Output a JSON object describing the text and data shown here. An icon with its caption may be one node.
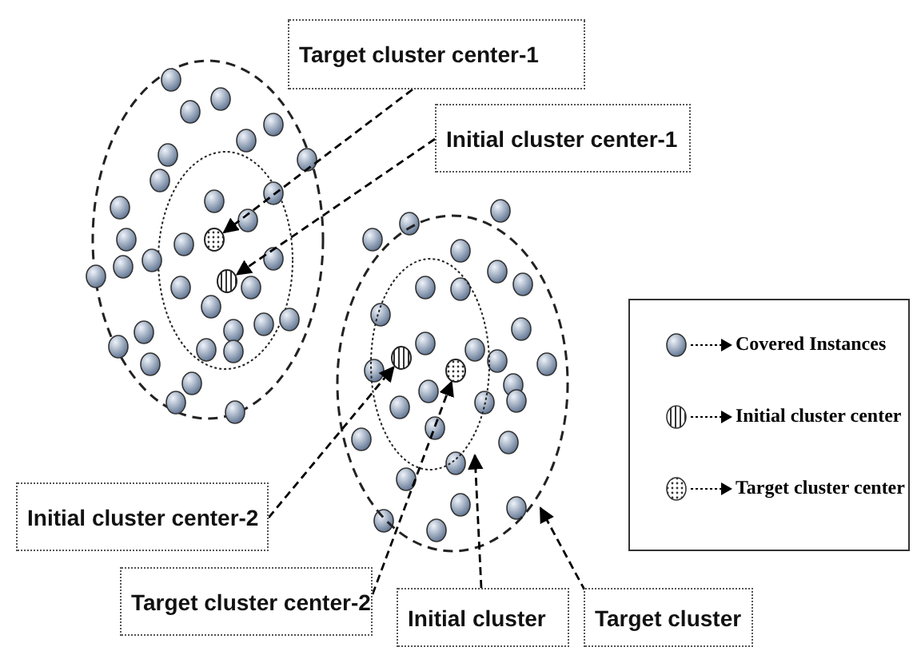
{
  "diagram": {
    "nodes": [
      {
        "text": [
          "Target cluster center-1"
        ]
      },
      {
        "text": [
          "Initial cluster center-1"
        ]
      },
      {
        "text": [
          "Initial cluster center-2"
        ]
      },
      {
        "text": [
          "Target cluster center-2"
        ]
      },
      {
        "text": [
          "Initial cluster"
        ]
      },
      {
        "text": [
          "Target cluster"
        ]
      },
      {
        "text": [],
        "shape": "circle"
      },
      {
        "text": [],
        "shape": "circle"
      },
      {
        "text": [],
        "shape": "circle",
        "in": 10
      },
      {
        "text": [],
        "shape": "circle",
        "in": 10
      },
      {
        "text": [],
        "shape": "circle",
        "in": 11
      },
      {
        "text": [],
        "shape": "circle"
      }
    ],
    "edges": [
      {
        "from": 0,
        "to": 6,
        "arrow": "to",
        "style": "dashed"
      },
      {
        "from": 1,
        "to": 7,
        "arrow": "to",
        "style": "dashed"
      },
      {
        "from": 2,
        "to": 8,
        "arrow": "to",
        "style": "dashed"
      },
      {
        "from": 3,
        "to": 9,
        "arrow": "to",
        "style": "dashed"
      },
      {
        "from": 4,
        "to": 10,
        "arrow": "to",
        "style": "dashed"
      },
      {
        "from": 5,
        "to": 11,
        "arrow": "to",
        "style": "dashed"
      }
    ],
    "legend": [
      {
        "text": "Covered Instances"
      },
      {
        "text": "Initial cluster center"
      },
      {
        "text": "Target cluster center"
      }
    ]
  }
}
